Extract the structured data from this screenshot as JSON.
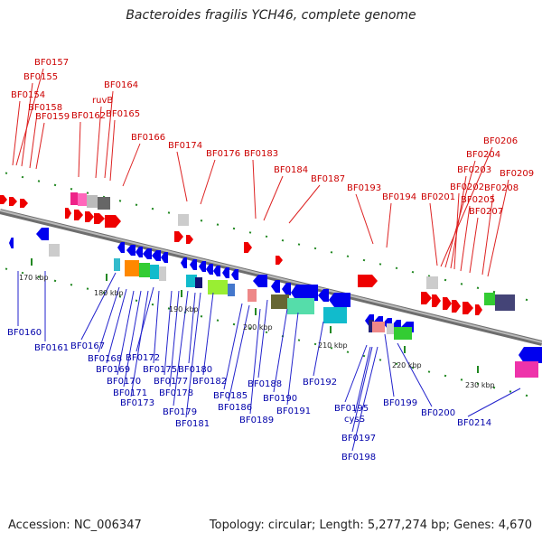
{
  "title": "Bacteroides fragilis YCH46, complete genome",
  "footer": {
    "accession": "Accession: NC_006347",
    "summary": "Topology: circular; Length: 5,277,274 bp; Genes: 4,670"
  },
  "colors": {
    "forward": "#ee0000",
    "reverse": "#0000ee",
    "backbone": "#888888",
    "dots": "#228822"
  },
  "scale_labels": [
    "170 kbp",
    "180 kbp",
    "190 kbp",
    "200 kbp",
    "210 kbp",
    "220 kbp",
    "230 kbp"
  ],
  "top_labels": [
    "BF0157",
    "BF0155",
    "BF0154",
    "BF0158",
    "BF0159",
    "ruvB",
    "BF0164",
    "BF0162",
    "BF0165",
    "BF0166",
    "BF0174",
    "BF0176",
    "BF0183",
    "BF0184",
    "BF0187",
    "BF0193",
    "BF0194",
    "BF0201",
    "BF0206",
    "BF0204",
    "BF0203",
    "BF0209",
    "BF0202",
    "BF0208",
    "BF0205",
    "BF0207"
  ],
  "bottom_labels": [
    "BF0160",
    "BF0161",
    "BF0167",
    "BF0168",
    "BF0172",
    "BF0169",
    "BF0175",
    "BF0170",
    "BF0180",
    "BF0177",
    "BF0171",
    "BF0182",
    "BF0178",
    "BF0173",
    "BF0185",
    "BF0188",
    "BF0179",
    "BF0186",
    "BF0190",
    "BF0181",
    "BF0189",
    "BF0191",
    "BF0192",
    "BF0195",
    "BF0199",
    "cysS",
    "BF0200",
    "BF0197",
    "BF0214",
    "BF0198"
  ]
}
